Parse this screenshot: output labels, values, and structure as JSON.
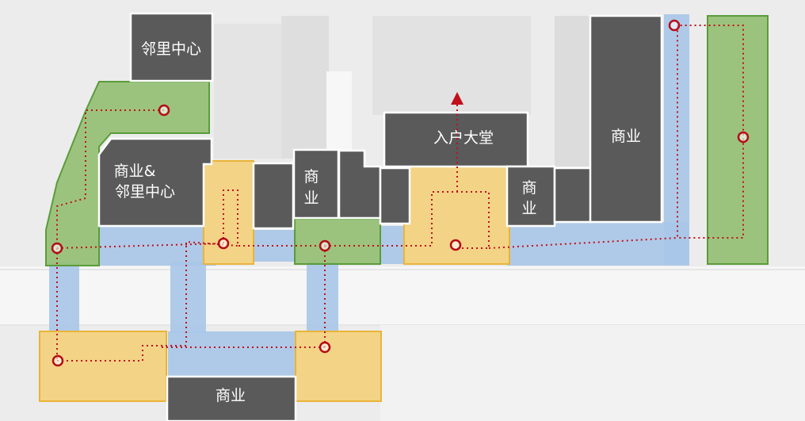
{
  "colors": {
    "background": "#ececec",
    "road": "#f6f6f6",
    "blue_zone": "#a9c6e8",
    "green_zone": "#93bf72",
    "green_border": "#5a9c3a",
    "yellow_zone": "#f3d386",
    "yellow_border": "#e9b43a",
    "building_fill": "#5a5a5a",
    "building_border": "#ffffff",
    "path_line": "#c0101b",
    "node_ring": "#b50d16"
  },
  "labels": {
    "community_center": "邻里中心",
    "commercial_line1": "商业&",
    "commercial_line2": "邻里中心",
    "lobby": "入户大堂",
    "right_tower": "商业",
    "mid_left_line1": "商",
    "mid_left_line2": "业",
    "mid_right_line1": "商",
    "mid_right_line2": "业",
    "bottom_block": "商业"
  }
}
